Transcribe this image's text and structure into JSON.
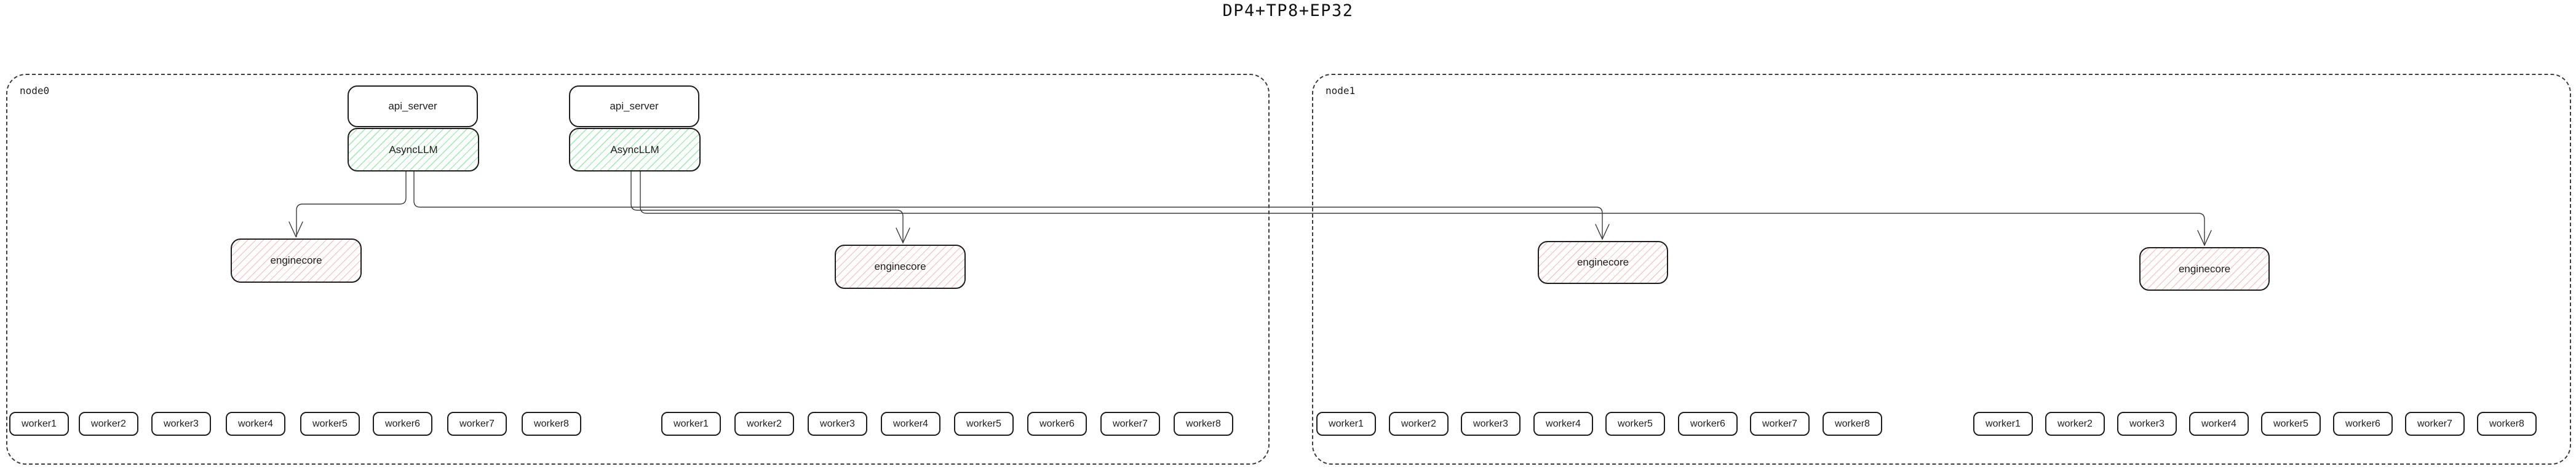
{
  "title": "DP4+TP8+EP32",
  "colors": {
    "text": "#1e1e1e",
    "box_border": "#1e1e1e",
    "node_border_dashed": "#3d3d3d",
    "asyncllm_hatch_green": "#aeeabc",
    "enginecore_hatch_red": "#f8caca",
    "connector": "#3c3c3c",
    "background": "#ffffff"
  },
  "diagram": {
    "nodes": [
      {
        "label": "node0",
        "stacks": [
          {
            "api_server": "api_server",
            "asyncllm": "AsyncLLM"
          },
          {
            "api_server": "api_server",
            "asyncllm": "AsyncLLM"
          }
        ],
        "enginecores": [
          "enginecore",
          "enginecore"
        ],
        "worker_groups": [
          [
            "worker1",
            "worker2",
            "worker3",
            "worker4",
            "worker5",
            "worker6",
            "worker7",
            "worker8"
          ],
          [
            "worker1",
            "worker2",
            "worker3",
            "worker4",
            "worker5",
            "worker6",
            "worker7",
            "worker8"
          ]
        ]
      },
      {
        "label": "node1",
        "stacks": [],
        "enginecores": [
          "enginecore",
          "enginecore"
        ],
        "worker_groups": [
          [
            "worker1",
            "worker2",
            "worker3",
            "worker4",
            "worker5",
            "worker6",
            "worker7",
            "worker8"
          ],
          [
            "worker1",
            "worker2",
            "worker3",
            "worker4",
            "worker5",
            "worker6",
            "worker7",
            "worker8"
          ]
        ]
      }
    ],
    "connections": [
      {
        "from": "node0 AsyncLLM (left)",
        "to": "node0 enginecore (left)"
      },
      {
        "from": "node0 AsyncLLM (left)",
        "to": "node1 enginecore (left)"
      },
      {
        "from": "node0 AsyncLLM (right)",
        "to": "node0 enginecore (right)"
      },
      {
        "from": "node0 AsyncLLM (right)",
        "to": "node1 enginecore (right)"
      }
    ]
  }
}
